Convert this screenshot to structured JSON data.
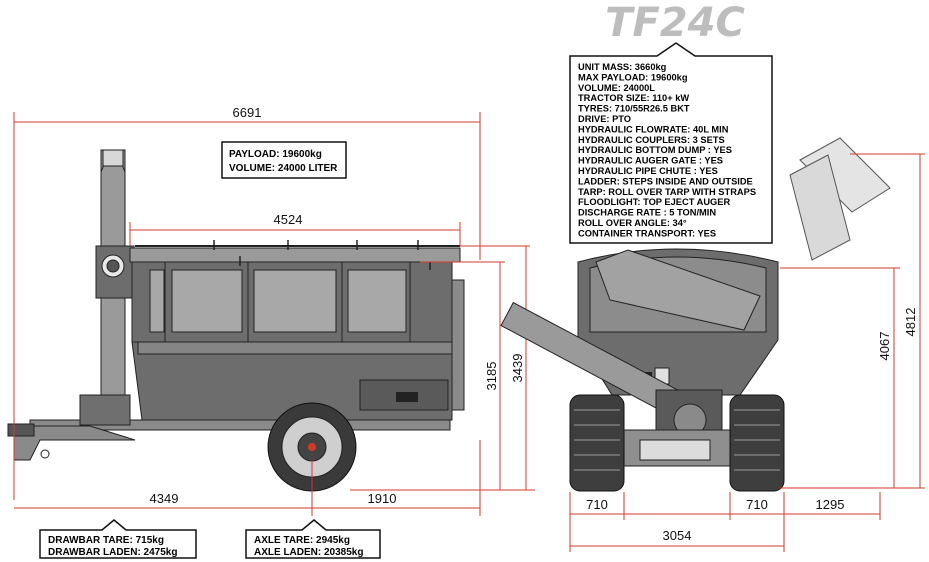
{
  "model": "TF24C",
  "specs": [
    "UNIT MASS: 3660kg",
    "MAX PAYLOAD: 19600kg",
    "VOLUME: 24000L",
    "TRACTOR SIZE: 110+ kW",
    "TYRES: 710/55R26.5 BKT",
    "DRIVE: PTO",
    "HYDRAULIC FLOWRATE: 40L MIN",
    "HYDRAULIC COUPLERS: 3 SETS",
    "HYDRAULIC BOTTOM DUMP : YES",
    "HYDRAULIC AUGER GATE : YES",
    "HYDRAULIC PIPE CHUTE : YES",
    "LADDER: STEPS INSIDE AND OUTSIDE",
    "TARP: ROLL OVER TARP WITH STRAPS",
    "FLOODLIGHT: TOP EJECT AUGER",
    "DISCHARGE RATE : 5 TON/MIN",
    "ROLL OVER ANGLE: 34°",
    "CONTAINER TRANSPORT: YES"
  ],
  "side_view": {
    "payload_box": {
      "line1": "PAYLOAD: 19600kg",
      "line2": "VOLUME: 24000 LITER"
    },
    "dim_overall_length": "6691",
    "dim_bin_length": "4524",
    "dim_height_bin": "3185",
    "dim_height_total": "3439",
    "dim_front_to_axle": "4349",
    "dim_axle_to_rear": "1910",
    "drawbar_box": {
      "line1": "DRAWBAR  TARE:  715kg",
      "line2": "DRAWBAR  LADEN:  2475kg"
    },
    "axle_box": {
      "line1": "AXLE  TARE:  2945kg",
      "line2": "AXLE  LADEN:  20385kg"
    }
  },
  "rear_view": {
    "dim_tyre_left": "710",
    "dim_tyre_right": "710",
    "dim_overhang": "1295",
    "dim_track_width": "3054",
    "dim_height_bin": "4067",
    "dim_height_auger": "4812"
  },
  "colors": {
    "dimension": "#d23a2a",
    "title": "#bdbdbd",
    "body": "#6d6d6d"
  }
}
